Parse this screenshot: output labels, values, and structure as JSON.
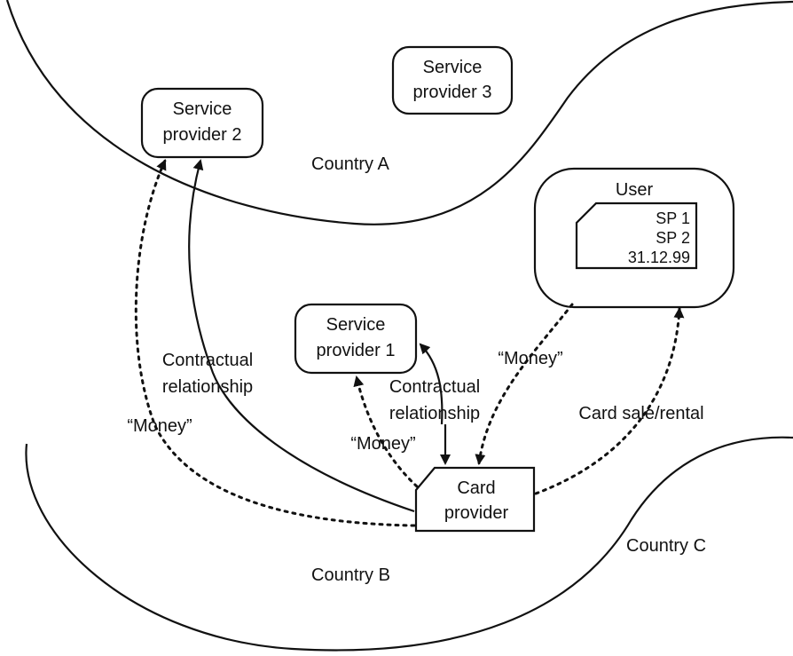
{
  "countries": {
    "a": "Country A",
    "b": "Country B",
    "c": "Country C"
  },
  "service_provider_1": {
    "line1": "Service",
    "line2": "provider 1"
  },
  "service_provider_2": {
    "line1": "Service",
    "line2": "provider 2"
  },
  "service_provider_3": {
    "line1": "Service",
    "line2": "provider 3"
  },
  "user": {
    "label": "User",
    "card_lines": [
      "SP 1",
      "SP 2",
      "31.12.99"
    ]
  },
  "card_provider": {
    "line1": "Card",
    "line2": "provider"
  },
  "edges": {
    "contractual_sp2": {
      "line1": "Contractual",
      "line2": "relationship"
    },
    "contractual_sp1": {
      "line1": "Contractual",
      "line2": "relationship"
    },
    "money_sp2": "“Money”",
    "money_sp1": "“Money”",
    "money_user": "“Money”",
    "card_sale": "Card sale/rental"
  }
}
